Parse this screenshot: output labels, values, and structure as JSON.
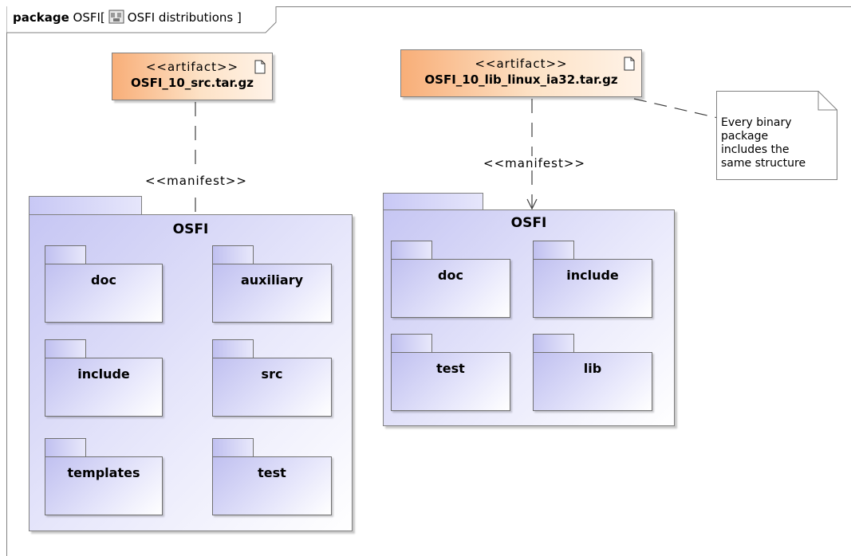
{
  "frame": {
    "keyword": "package",
    "name": "OSFI[",
    "model_name": "OSFI distributions ]"
  },
  "artifacts": [
    {
      "stereotype": "<<artifact>>",
      "name": "OSFI_10_src.tar.gz"
    },
    {
      "stereotype": "<<artifact>>",
      "name": "OSFI_10_lib_linux_ia32.tar.gz"
    }
  ],
  "manifest_labels": [
    "<<manifest>>",
    "<<manifest>>"
  ],
  "packages": [
    {
      "name": "OSFI",
      "children": [
        "doc",
        "auxiliary",
        "include",
        "src",
        "templates",
        "test"
      ]
    },
    {
      "name": "OSFI",
      "children": [
        "doc",
        "include",
        "test",
        "lib"
      ]
    }
  ],
  "note": {
    "text": "Every binary\npackage\nincludes the\nsame structure"
  },
  "colors": {
    "artifact_fill": "#f8ae78",
    "package_fill": "#c8c8f5",
    "border": "#808080"
  }
}
